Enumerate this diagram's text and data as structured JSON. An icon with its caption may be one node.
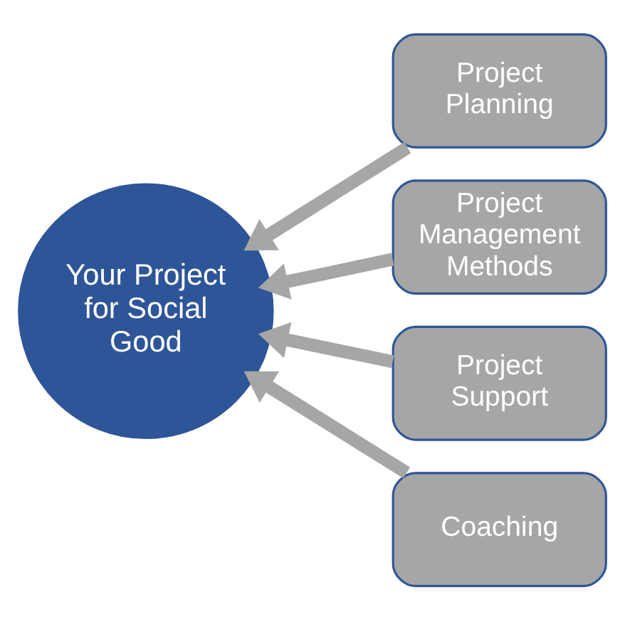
{
  "diagram": {
    "nodes": [
      {
        "text": [
          "Your Project for Social Good"
        ]
      },
      {
        "text": [
          "Project Planning"
        ]
      },
      {
        "text": [
          "Project Management Methods"
        ]
      },
      {
        "text": [
          "Project Support"
        ]
      },
      {
        "text": [
          "Coaching"
        ]
      }
    ],
    "edges": [
      {
        "from": 1,
        "to": 0,
        "arrow": "to"
      },
      {
        "from": 2,
        "to": 0,
        "arrow": "to"
      },
      {
        "from": 3,
        "to": 0,
        "arrow": "to"
      },
      {
        "from": 4,
        "to": 0,
        "arrow": "to"
      }
    ]
  }
}
